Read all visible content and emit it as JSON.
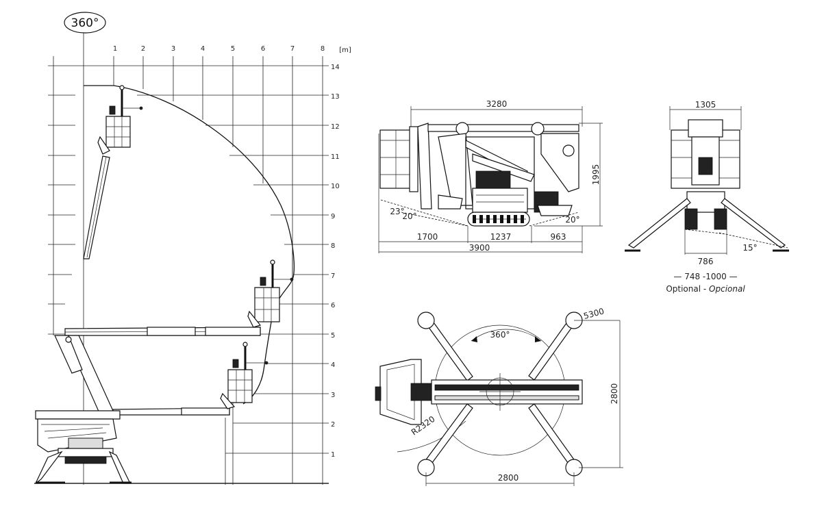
{
  "envelope": {
    "rotation_label": "360°",
    "unit_label": "[m]",
    "x_ticks": [
      "1",
      "2",
      "3",
      "4",
      "5",
      "6",
      "7",
      "8"
    ],
    "y_ticks": [
      "14",
      "13",
      "12",
      "11",
      "10",
      "9",
      "8",
      "7",
      "6",
      "5",
      "4",
      "3",
      "2",
      "1"
    ]
  },
  "side_view": {
    "top_dim": "3280",
    "height_dim": "1995",
    "angle_left_outer": "23°",
    "angle_left_inner": "20°",
    "angle_right": "20°",
    "seg1": "1700",
    "seg2": "1237",
    "seg3": "963",
    "total": "3900"
  },
  "front_view": {
    "width_top": "1305",
    "track_width": "786",
    "track_range": "— 748 -1000 —",
    "optional_label": "Optional - ",
    "optional_italic": "Opcional",
    "angle": "15°"
  },
  "top_view": {
    "rotation": "360°",
    "radius": "R2320",
    "diag": "5300",
    "height": "2800",
    "width": "2800"
  }
}
